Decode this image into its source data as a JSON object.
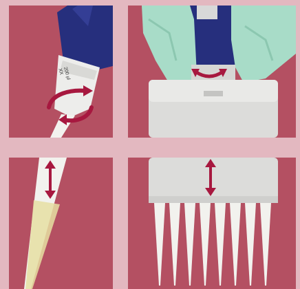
{
  "panels": [
    {
      "id": "panel-tip-ejector-rotate"
    },
    {
      "id": "panel-multichannel-grip-rotate"
    },
    {
      "id": "panel-single-tip-adjust"
    },
    {
      "id": "panel-multichannel-tips-adjust"
    }
  ],
  "pipette_label": {
    "volume": "200 µl",
    "model": "XX"
  },
  "colors": {
    "background": "#e3b8c0",
    "panel": "#b45062",
    "pipette_blue": "#262f7d",
    "glove": "#a8dcc8",
    "arrow": "#a7183f",
    "tip": "#f2f2ee"
  },
  "icons": [
    "curved-rotate-arrow-icon",
    "double-arrow-icon"
  ]
}
